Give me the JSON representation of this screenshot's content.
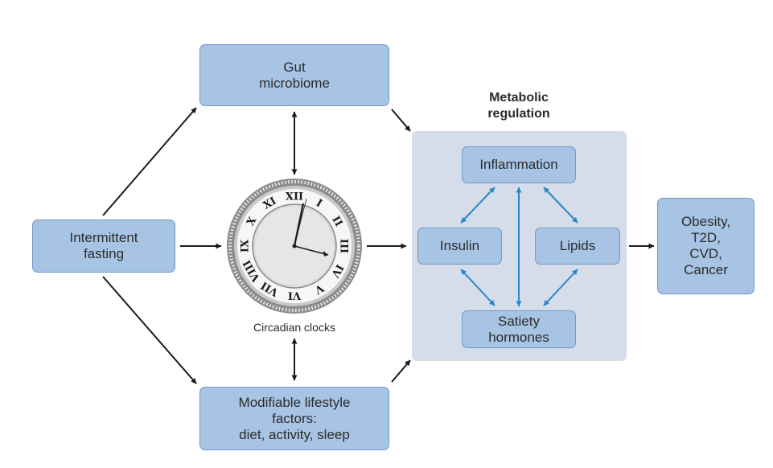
{
  "boxes": {
    "gut_microbiome": "Gut\nmicrobiome",
    "intermittent_fasting": "Intermittent\nfasting",
    "lifestyle": "Modifiable lifestyle\nfactors:\ndiet, activity, sleep",
    "inflammation": "Inflammation",
    "insulin": "Insulin",
    "lipids": "Lipids",
    "satiety": "Satiety\nhormones",
    "outcomes": "Obesity,\nT2D,\nCVD,\nCancer"
  },
  "metabolic_title": "Metabolic\nregulation",
  "clock": {
    "caption": "Circadian clocks",
    "numerals": [
      "XII",
      "I",
      "II",
      "III",
      "IV",
      "V",
      "VI",
      "VII",
      "VIII",
      "IX",
      "X",
      "XI"
    ]
  },
  "colors": {
    "box_fill": "#a7c4e4",
    "box_border": "#6f98c8",
    "panel_fill": "#d4dde9",
    "inner_arrow": "#2a86c8",
    "outer_arrow": "#1a1a1a"
  }
}
